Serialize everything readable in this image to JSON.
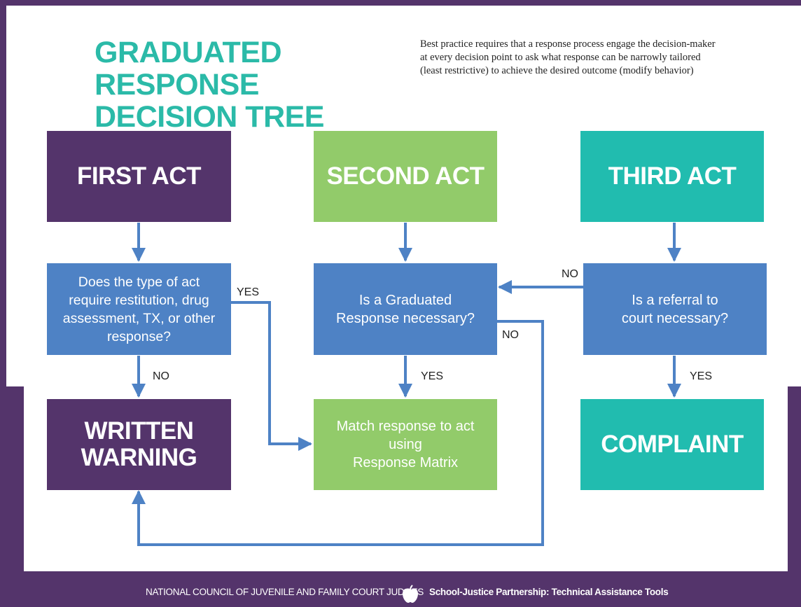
{
  "title": {
    "line1": "GRADUATED RESPONSE",
    "line2": "DECISION TREE"
  },
  "description": "Best practice requires that a response process engage the decision-maker at every decision point to ask what response can be narrowly tailored (least restrictive) to achieve the desired outcome (modify behavior)",
  "acts": {
    "first": "FIRST ACT",
    "second": "SECOND ACT",
    "third": "THIRD ACT"
  },
  "questions": {
    "first": "Does the type of act require restitution, drug assessment, TX, or other response?",
    "second_line1": "Is a Graduated",
    "second_line2": "Response necessary?",
    "third_line1": "Is a referral to",
    "third_line2": "court necessary?"
  },
  "outcomes": {
    "written_warning_line1": "WRITTEN",
    "written_warning_line2": "WARNING",
    "match_line1": "Match response to act using",
    "match_line2": "Response Matrix",
    "complaint": "COMPLAINT"
  },
  "edge_labels": {
    "first_yes": "YES",
    "first_no": "NO",
    "second_yes": "YES",
    "second_no": "NO",
    "third_no": "NO",
    "third_yes": "YES"
  },
  "footer": {
    "left": "NATIONAL COUNCIL OF JUVENILE AND FAMILY COURT JUDGES",
    "right": "School-Justice Partnership: Technical Assistance Tools",
    "logo_icon": "apple-icon"
  },
  "colors": {
    "purple": "#54346b",
    "green": "#92cb6a",
    "teal": "#21bcaf",
    "blue": "#4e82c5",
    "title_teal": "#2bbaa8",
    "arrow_blue": "#4e82c5"
  }
}
